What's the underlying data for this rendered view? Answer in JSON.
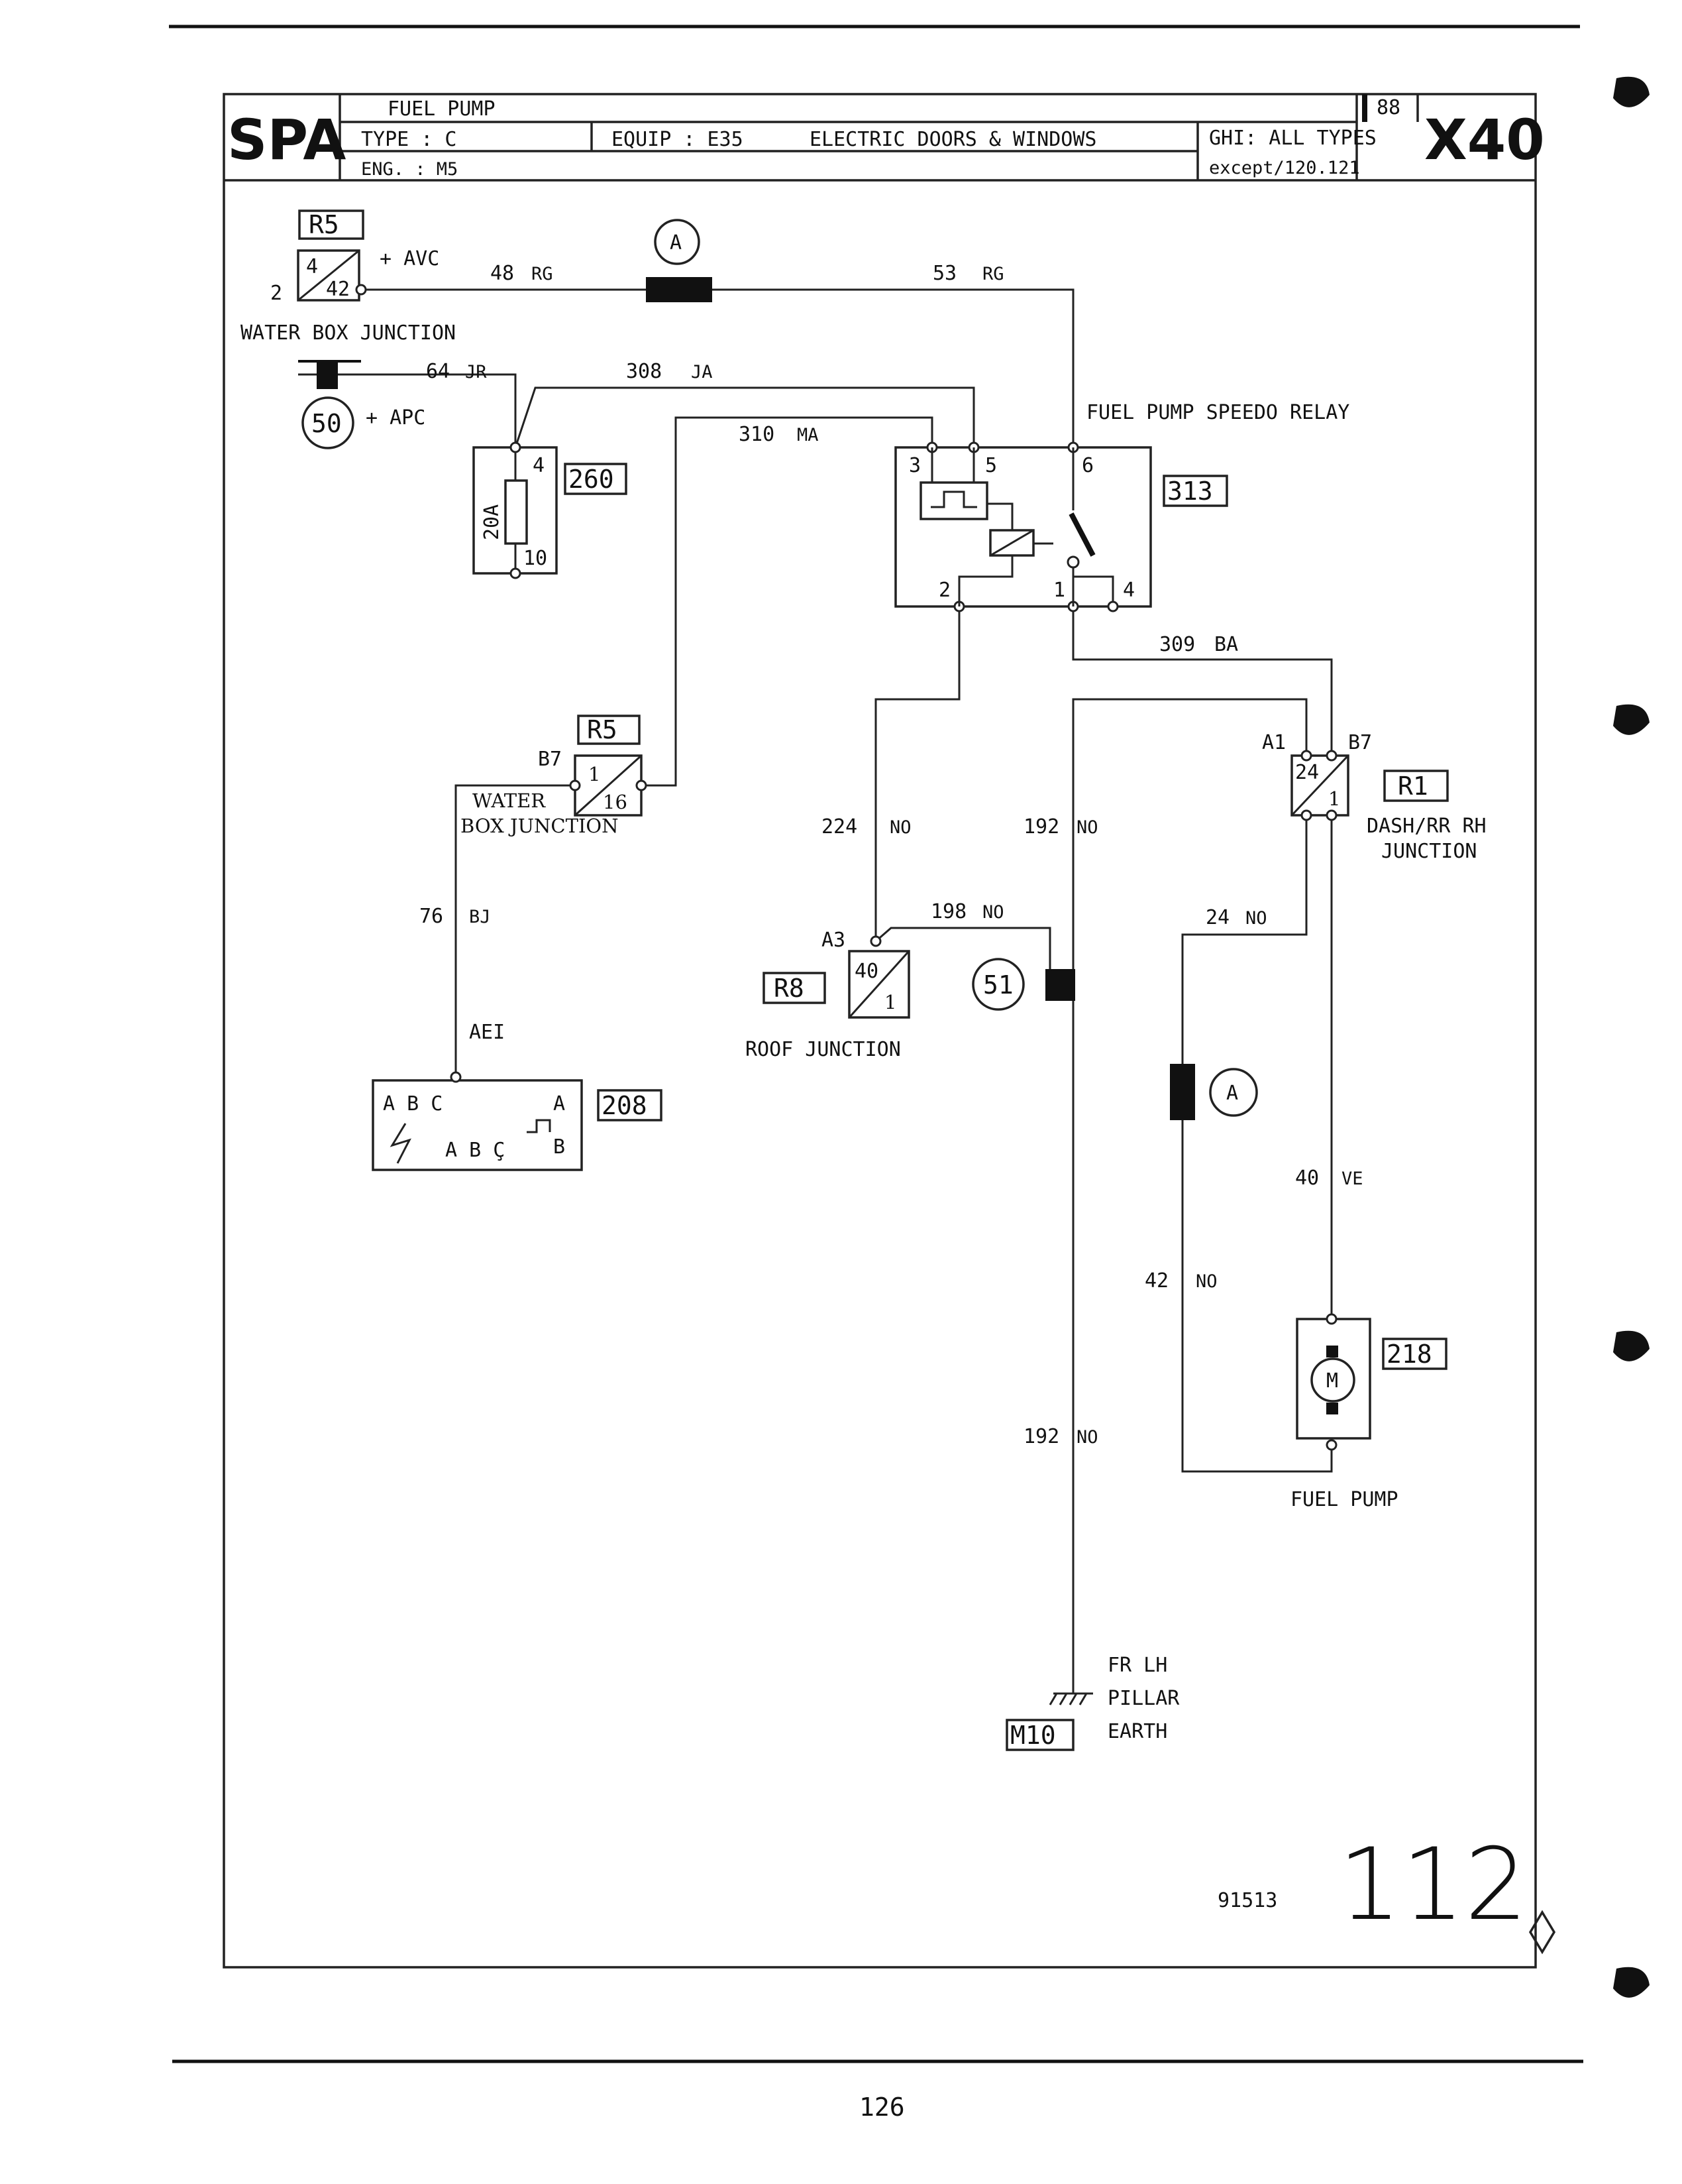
{
  "header": {
    "brand": "SPA",
    "title": "FUEL PUMP",
    "type": "TYPE : C",
    "engine": "ENG. : M5",
    "equip": "EQUIP : E35",
    "equip_desc": "ELECTRIC DOORS & WINDOWS",
    "year": "88",
    "ghi_line1": "GHI: ALL TYPES",
    "ghi_line2": "except/120.121",
    "model": "X40"
  },
  "components": {
    "r5_top": {
      "tag": "R5",
      "pin_a": "4",
      "pin_b": "42",
      "side_pin": "2",
      "feed": "+ AVC",
      "label": "WATER BOX JUNCTION"
    },
    "connector_a_top": {
      "tag": "A"
    },
    "terminal_50": {
      "tag": "50",
      "feed": "+ APC"
    },
    "fuse_260": {
      "tag": "260",
      "rating": "20A",
      "pin_top": "4",
      "pin_bottom": "10"
    },
    "relay_313": {
      "tag": "313",
      "label": "FUEL PUMP SPEEDO RELAY",
      "pins": [
        "3",
        "5",
        "6",
        "2",
        "1",
        "4"
      ]
    },
    "r5_mid": {
      "tag": "R5",
      "pin_a": "1",
      "pin_b": "16",
      "side_pin": "B7",
      "label_line1": "WATER",
      "label_line2": "BOX JUNCTION"
    },
    "r1": {
      "tag": "R1",
      "pin_a": "24",
      "pin_b": "1",
      "pin_left": "A1",
      "pin_right": "B7",
      "label_line1": "DASH/RR RH",
      "label_line2": "JUNCTION"
    },
    "r8": {
      "tag": "R8",
      "pin_a": "40",
      "pin_b": "1",
      "side_pin": "A3",
      "label": "ROOF JUNCTION"
    },
    "terminal_51": {
      "tag": "51"
    },
    "unit_208": {
      "tag": "208",
      "top_letters": "A B C",
      "top_right": "A",
      "bottom_letters": "A B Ç",
      "bottom_right": "B",
      "wire_label": "AEI"
    },
    "connector_a_low": {
      "tag": "A"
    },
    "motor_218": {
      "tag": "218",
      "symbol": "M",
      "label": "FUEL PUMP"
    },
    "earth_m10": {
      "tag": "M10",
      "line1": "FR LH",
      "line2": "PILLAR",
      "line3": "EARTH"
    }
  },
  "wires": {
    "w48": {
      "num": "48",
      "color": "RG"
    },
    "w53": {
      "num": "53",
      "color": "RG"
    },
    "w64": {
      "num": "64",
      "color": "JR"
    },
    "w308": {
      "num": "308",
      "color": "JA"
    },
    "w310": {
      "num": "310",
      "color": "MA"
    },
    "w309": {
      "num": "309",
      "color": "BA"
    },
    "w224": {
      "num": "224",
      "color": "NO"
    },
    "w192a": {
      "num": "192",
      "color": "NO"
    },
    "w198": {
      "num": "198",
      "color": "NO"
    },
    "w76": {
      "num": "76",
      "color": "BJ"
    },
    "w24": {
      "num": "24",
      "color": "NO"
    },
    "w40": {
      "num": "40",
      "color": "VE"
    },
    "w42": {
      "num": "42",
      "color": "NO"
    },
    "w192b": {
      "num": "192",
      "color": "NO"
    }
  },
  "footer": {
    "ref": "91513",
    "sheet": "112",
    "page": "126"
  }
}
